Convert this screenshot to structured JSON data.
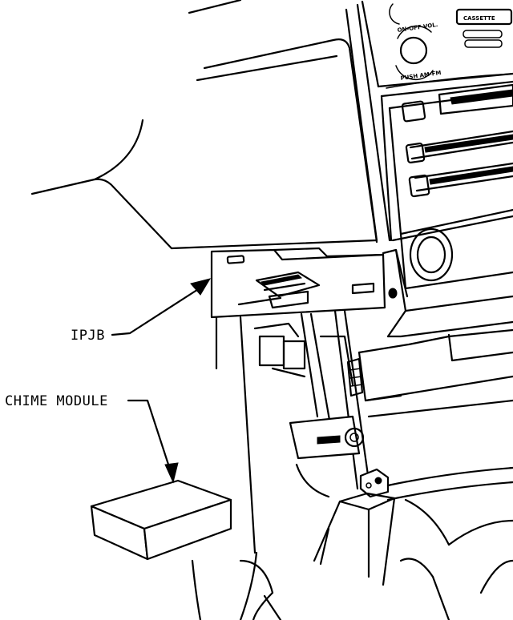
{
  "labels": {
    "ipjb": "IPJB",
    "chime_module": "CHIME MODULE"
  },
  "radio_markings": {
    "on_off_vol": "ON-OFF VOL.",
    "push_am_fm": "PUSH AM-FM",
    "cassette": "CASSETTE"
  },
  "colors": {
    "ink": "#000000",
    "paper": "#ffffff"
  }
}
